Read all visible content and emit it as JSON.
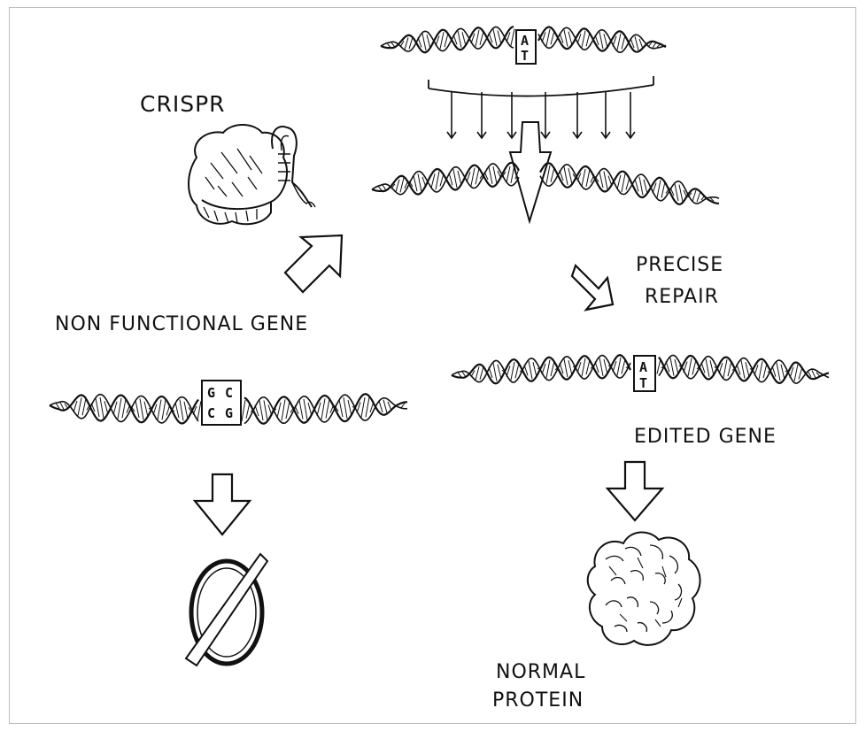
{
  "labels": {
    "crispr": "CRISPR",
    "precise_repair_line1": "PRECISE",
    "precise_repair_line2": "REPAIR",
    "non_functional_gene": "NON FUNCTIONAL GENE",
    "edited_gene": "EDITED GENE",
    "normal_protein_line1": "NORMAL",
    "normal_protein_line2": "PROTEIN"
  },
  "base_pairs": {
    "top_strand": [
      "A",
      "T"
    ],
    "mutant": [
      "G",
      "C",
      "C",
      "G"
    ],
    "edited": [
      "A",
      "T"
    ]
  },
  "symbols": {
    "null": "∅"
  },
  "colors": {
    "ink": "#111111",
    "paper": "#ffffff",
    "frame": "#bdbdbd"
  }
}
